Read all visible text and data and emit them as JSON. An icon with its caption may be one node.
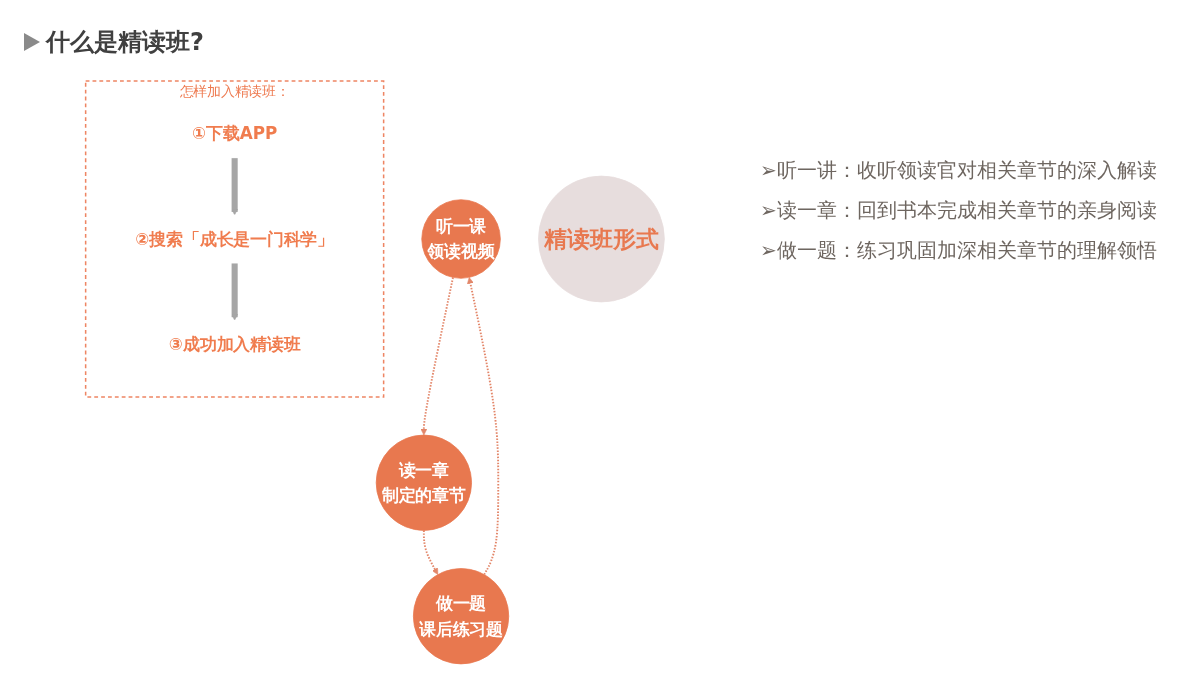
{
  "diagram": {
    "title": "什么是精读班?",
    "nodes": [
      {
        "text": [
          "听一课",
          "领读视频"
        ]
      },
      {
        "text": [
          "精读班形式"
        ]
      },
      {
        "text": [
          "做一题",
          "课后练习题"
        ]
      },
      {
        "text": [
          "读一章",
          "制定的章节"
        ]
      },
      {
        "text": [
          "怎样加入精读班："
        ]
      },
      {
        "text": [
          "①下载APP"
        ],
        "in": 4
      },
      {
        "text": [
          "②搜索「成长是一门科学」"
        ],
        "in": 4
      },
      {
        "text": [
          "③成功加入精读班"
        ],
        "in": 4
      }
    ],
    "edges": [
      {
        "from": 0,
        "to": 3,
        "arrow": "to",
        "style": "dashed"
      },
      {
        "from": 3,
        "to": 2,
        "arrow": "to",
        "style": "dashed"
      },
      {
        "from": 2,
        "to": 0,
        "arrow": "to",
        "style": "dashed"
      },
      {
        "from": 5,
        "to": 6,
        "arrow": "to",
        "style": "thick",
        "color": "#a6a6a6"
      },
      {
        "from": 6,
        "to": 7,
        "arrow": "to",
        "style": "thick",
        "color": "#a6a6a6"
      }
    ],
    "labels": [
      "➢听一讲：收听领读官对相关章节的深入解读",
      "➢读一章：回到书本完成相关章节的亲身阅读",
      "➢做一题：练习巩固加深相关章节的理解领悟"
    ]
  }
}
